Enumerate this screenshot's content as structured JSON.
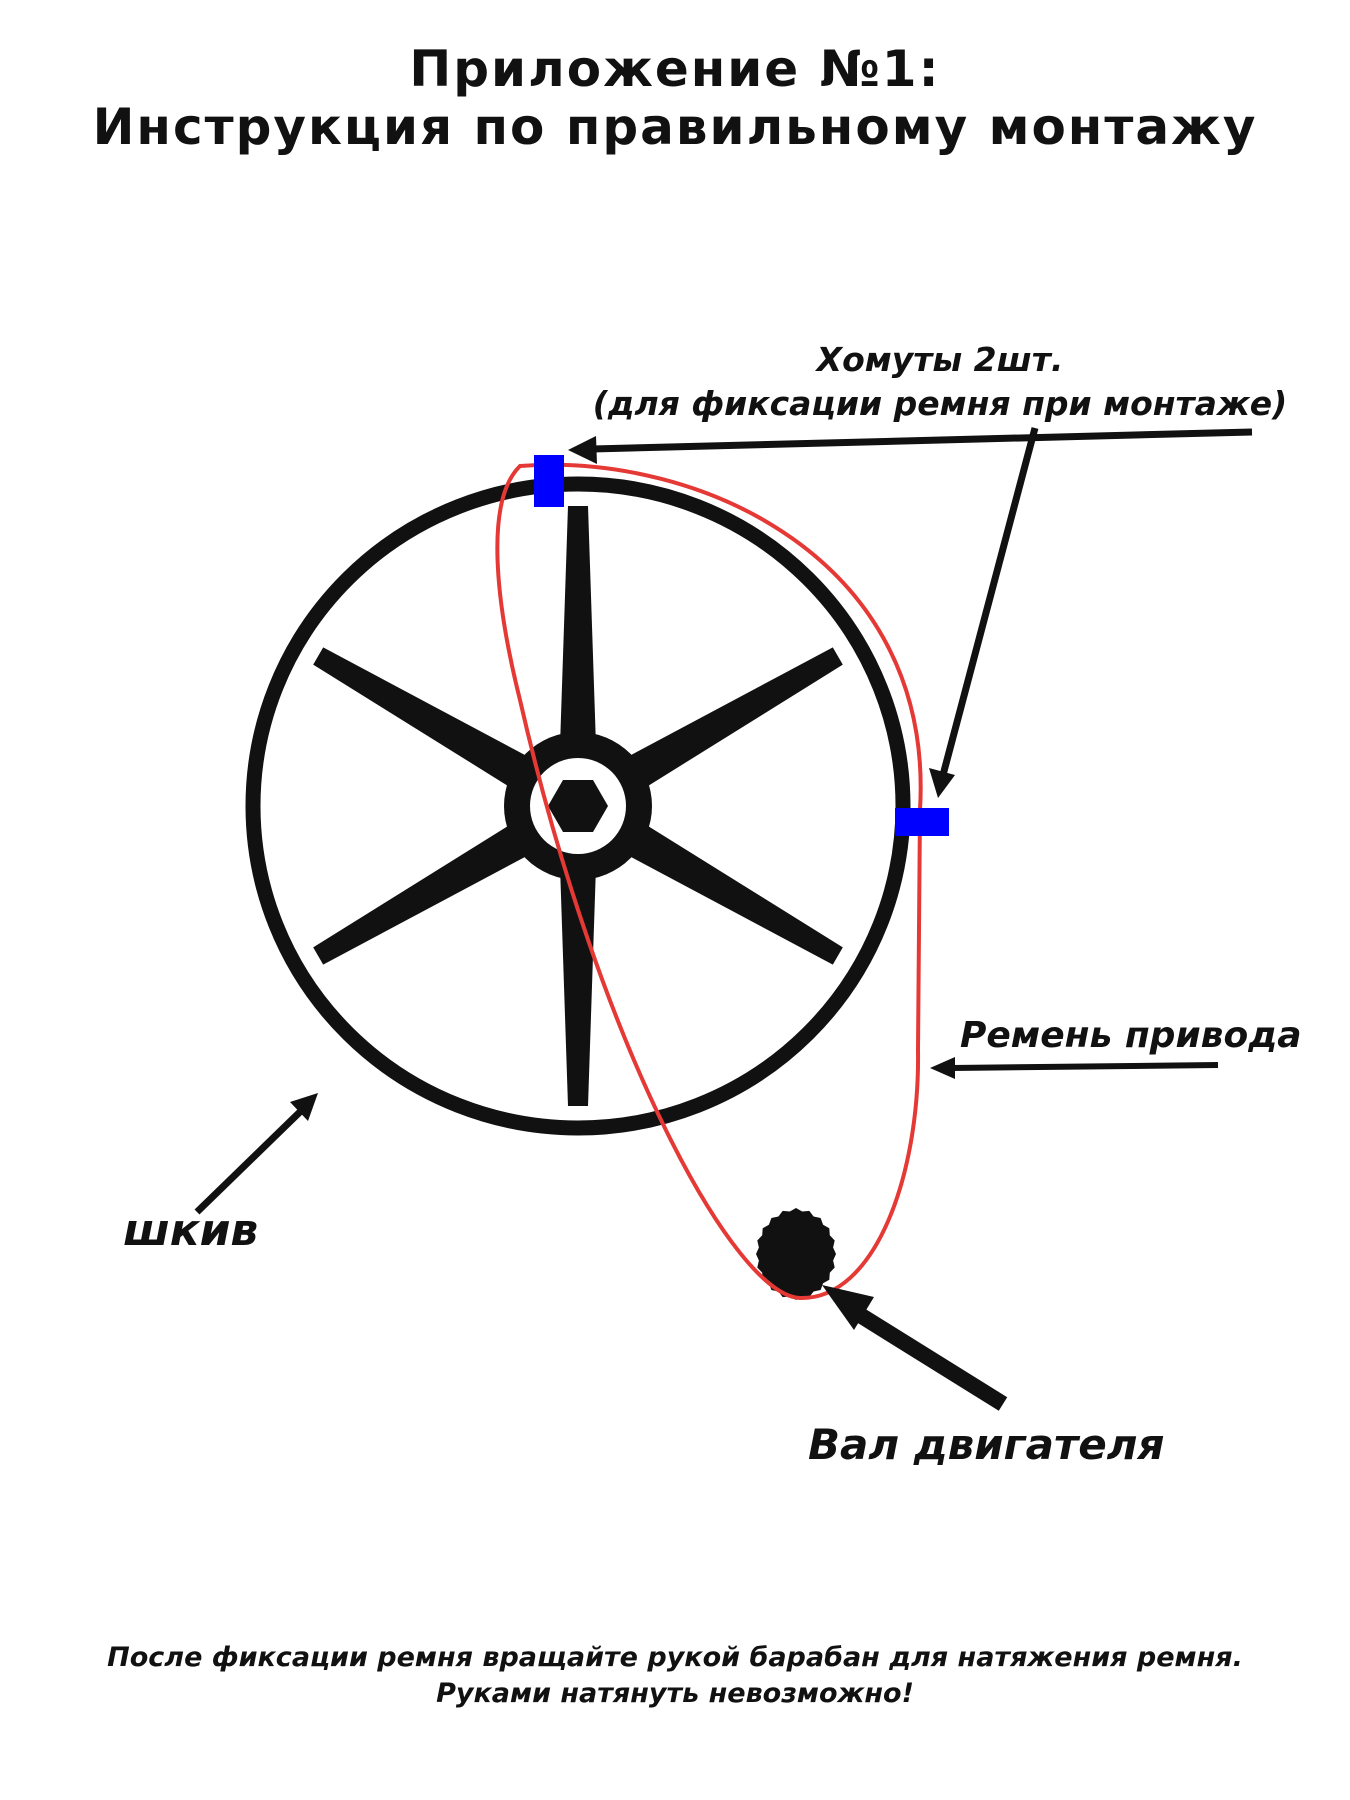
{
  "title": {
    "line1": "Приложение №1:",
    "line2": "Инструкция по правильному монтажу"
  },
  "labels": {
    "clamps_line1": "Хомуты 2шт.",
    "clamps_line2": "(для фиксации ремня при монтаже)",
    "belt": "Ремень привода",
    "pulley": "шкив",
    "motor_shaft": "Вал двигателя"
  },
  "footer": {
    "line1": "После фиксации ремня вращайте рукой барабан для натяжения ремня.",
    "line2": "Руками натянуть невозможно!"
  },
  "colors": {
    "pulley": "#111111",
    "belt": "#e53935",
    "clamp": "#0000ff",
    "arrow": "#111111"
  }
}
